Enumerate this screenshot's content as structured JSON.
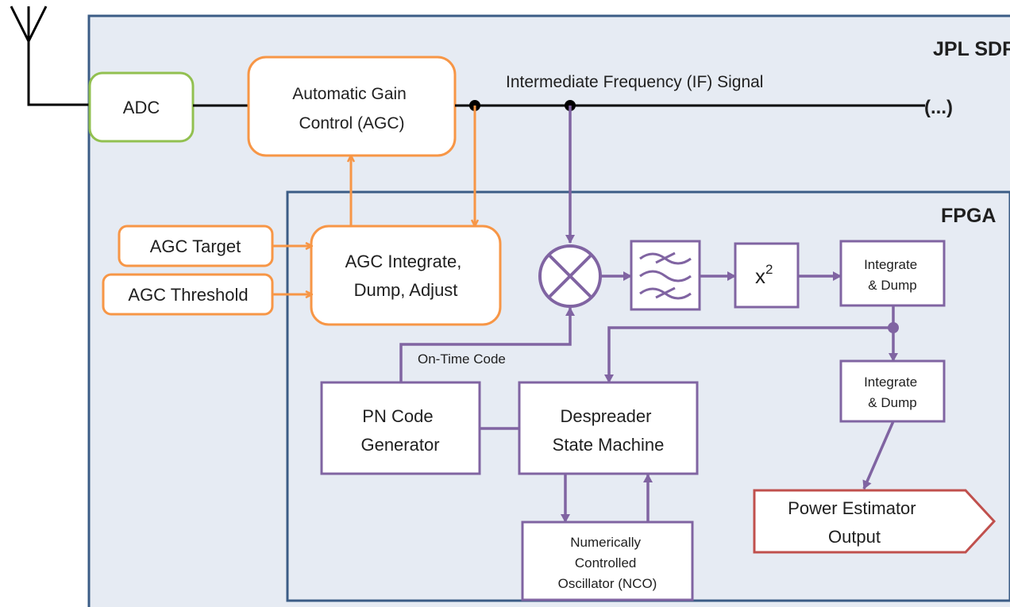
{
  "sdr": {
    "title": "JPL SDR",
    "colors": {
      "fill": "#e6ebf3",
      "border": "#3b5c86"
    }
  },
  "fpga": {
    "title": "FPGA"
  },
  "blocks": {
    "adc": "ADC",
    "agc": [
      "Automatic Gain",
      "Control (AGC)"
    ],
    "agc_target": "AGC Target",
    "agc_threshold": "AGC Threshold",
    "agc_integrate": [
      "AGC Integrate,",
      "Dump, Adjust"
    ],
    "square_base": "x",
    "square_exp": "2",
    "integrate_dump_1": [
      "Integrate",
      "& Dump"
    ],
    "integrate_dump_2": [
      "Integrate",
      "& Dump"
    ],
    "pn_code": [
      "PN Code",
      "Generator"
    ],
    "despreader": [
      "Despreader",
      "State Machine"
    ],
    "nco": [
      "Numerically",
      "Controlled",
      "Oscillator (NCO)"
    ],
    "power_output": [
      "Power Estimator",
      "Output"
    ]
  },
  "signals": {
    "if_signal": "Intermediate Frequency (IF) Signal",
    "if_continuation": "(...)",
    "on_time_code": "On-Time Code"
  },
  "icons": {
    "antenna": "antenna-icon",
    "mixer": "mixer-icon",
    "filter": "filter-icon"
  },
  "colors": {
    "agc_path": "#f79646",
    "adc_border": "#92c050",
    "fpga_path": "#8064a2",
    "output_border": "#c0504d",
    "signal_line": "#000000"
  }
}
